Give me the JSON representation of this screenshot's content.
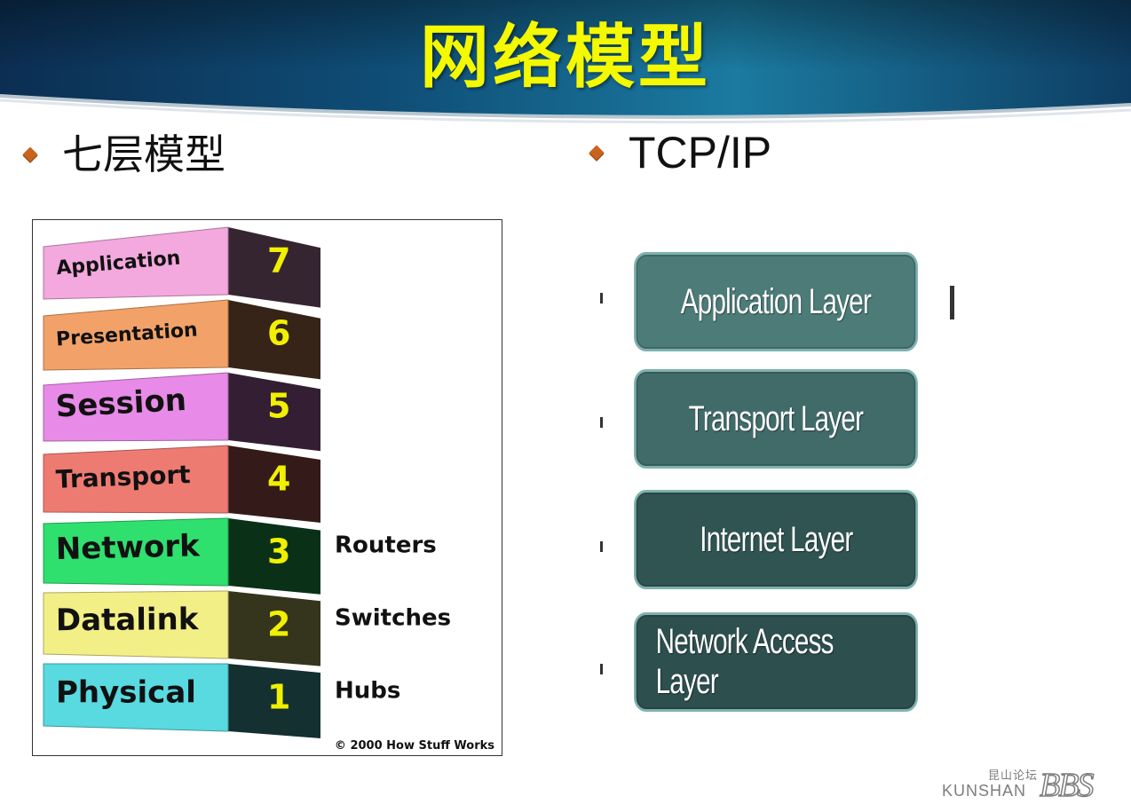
{
  "slide": {
    "title": "网络模型",
    "left_heading": "七层模型",
    "right_heading": "TCP/IP"
  },
  "osi": {
    "layers": [
      {
        "name": "Application",
        "number": "7",
        "device": "",
        "color": "#f3a8de"
      },
      {
        "name": "Presentation",
        "number": "6",
        "device": "",
        "color": "#f2a268"
      },
      {
        "name": "Session",
        "number": "5",
        "device": "",
        "color": "#e88ae8"
      },
      {
        "name": "Transport",
        "number": "4",
        "device": "",
        "color": "#ee7b72"
      },
      {
        "name": "Network",
        "number": "3",
        "device": "Routers",
        "color": "#2fe06e"
      },
      {
        "name": "Datalink",
        "number": "2",
        "device": "Switches",
        "color": "#f1ef86"
      },
      {
        "name": "Physical",
        "number": "1",
        "device": "Hubs",
        "color": "#59d9e0"
      }
    ],
    "copyright": "© 2000 How Stuff Works"
  },
  "tcpip": {
    "layers": [
      {
        "name": "Application Layer"
      },
      {
        "name": "Transport Layer"
      },
      {
        "name": "Internet Layer"
      },
      {
        "name": "Network Access Layer"
      }
    ]
  },
  "footer": {
    "logo_cn": "昆山论坛",
    "logo_en": "KUNSHAN",
    "logo_bbs": "BBS"
  },
  "colors": {
    "title": "#f4f800",
    "bullet": "#c8641e",
    "number": "#f0f000"
  }
}
